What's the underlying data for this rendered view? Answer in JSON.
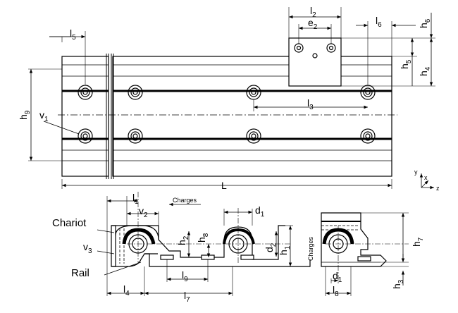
{
  "top_view": {
    "dims": {
      "l5": "l",
      "l5_sub": "5",
      "l2": "l",
      "l2_sub": "2",
      "e2": "e",
      "e2_sub": "2",
      "l6": "l",
      "l6_sub": "6",
      "h6": "h",
      "h6_sub": "6",
      "h5": "h",
      "h5_sub": "5",
      "h4": "h",
      "h4_sub": "4",
      "h9": "h",
      "h9_sub": "9",
      "v1": "v",
      "v1_sub": "1",
      "l3": "l",
      "l3_sub": "3",
      "L": "L"
    }
  },
  "axes": {
    "y": "y",
    "x": "x",
    "z": "z"
  },
  "section_view": {
    "labels": {
      "chariot": "Chariot",
      "rail": "Rail",
      "charges": "Charges"
    },
    "dims": {
      "l1": "l",
      "l1_sub": "1",
      "v2": "v",
      "v2_sub": "2",
      "v3": "v",
      "v3_sub": "3",
      "d1": "d",
      "d1_sub": "1",
      "h2": "h",
      "h2_sub": "2",
      "h8": "h",
      "h8_sub": "8",
      "d2": "d",
      "d2_sub": "2",
      "h1": "h",
      "h1_sub": "1",
      "l9": "l",
      "l9_sub": "9",
      "l4": "l",
      "l4_sub": "4",
      "l7": "l",
      "l7_sub": "7"
    }
  },
  "end_view": {
    "labels": {
      "charges": "Charges"
    },
    "dims": {
      "h7": "h",
      "h7_sub": "7",
      "h3": "h",
      "h3_sub": "3",
      "d1": "d",
      "d1_sub": "1",
      "l8": "l",
      "l8_sub": "8"
    }
  }
}
